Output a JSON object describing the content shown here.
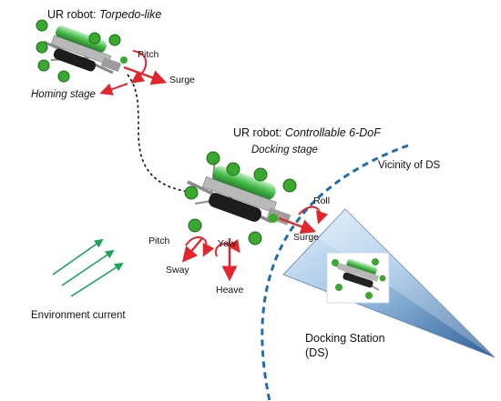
{
  "colors": {
    "force_arrow": "#e3262d",
    "current_arrow": "#1aa35a",
    "vicinity_boundary": "#1f6db0",
    "trajectory": "#111111",
    "thruster": "#3aa82e"
  },
  "icons": {
    "robot_top": "torpedo-like-robot-icon",
    "robot_middle": "controllable-6dof-robot-icon",
    "robot_docked": "docked-robot-icon",
    "station": "docking-station-cone-icon"
  },
  "labels": {
    "robot1_prefix": "UR robot: ",
    "robot1_mode": "Torpedo-like",
    "homing_stage": "Homing stage",
    "robot2_prefix": "UR robot: ",
    "robot2_mode": "Controllable 6-DoF",
    "docking_stage": "Docking stage",
    "vicinity": "Vicinity of DS",
    "environment_current": "Environment current",
    "docking_station_line1": "Docking Station",
    "docking_station_line2": "(DS)"
  },
  "motions": {
    "top": {
      "pitch": "Pitch",
      "surge": "Surge"
    },
    "middle": {
      "pitch": "Pitch",
      "sway": "Sway",
      "yaw": "Yaw",
      "heave": "Heave",
      "roll": "Roll",
      "surge": "Surge"
    }
  }
}
